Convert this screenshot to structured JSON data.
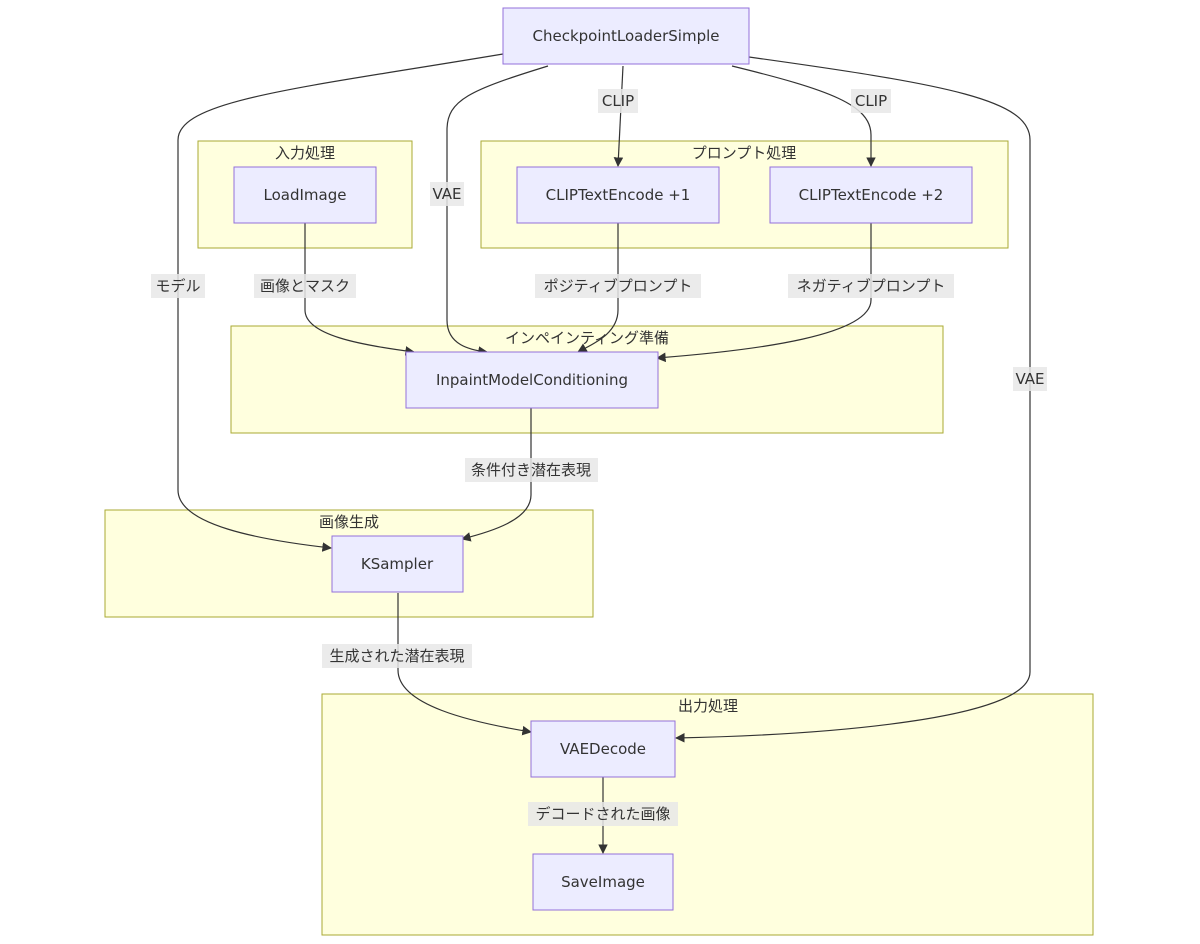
{
  "clusters": {
    "input": "入力処理",
    "prompt": "プロンプト処理",
    "inpaint": "インペインティング準備",
    "generate": "画像生成",
    "output": "出力処理"
  },
  "nodes": {
    "checkpoint": "CheckpointLoaderSimple",
    "load_image": "LoadImage",
    "clip_pos": "CLIPTextEncode +1",
    "clip_neg": "CLIPTextEncode +2",
    "inpaint_cond": "InpaintModelConditioning",
    "ksampler": "KSampler",
    "vae_decode": "VAEDecode",
    "save_image": "SaveImage"
  },
  "edges": {
    "clip_1": "CLIP",
    "clip_2": "CLIP",
    "vae_1": "VAE",
    "vae_2": "VAE",
    "model": "モデル",
    "image_mask": "画像とマスク",
    "positive": "ポジティブプロンプト",
    "negative": "ネガティブプロンプト",
    "conditioned_latent": "条件付き潜在表現",
    "generated_latent": "生成された潜在表現",
    "decoded_image": "デコードされた画像"
  }
}
